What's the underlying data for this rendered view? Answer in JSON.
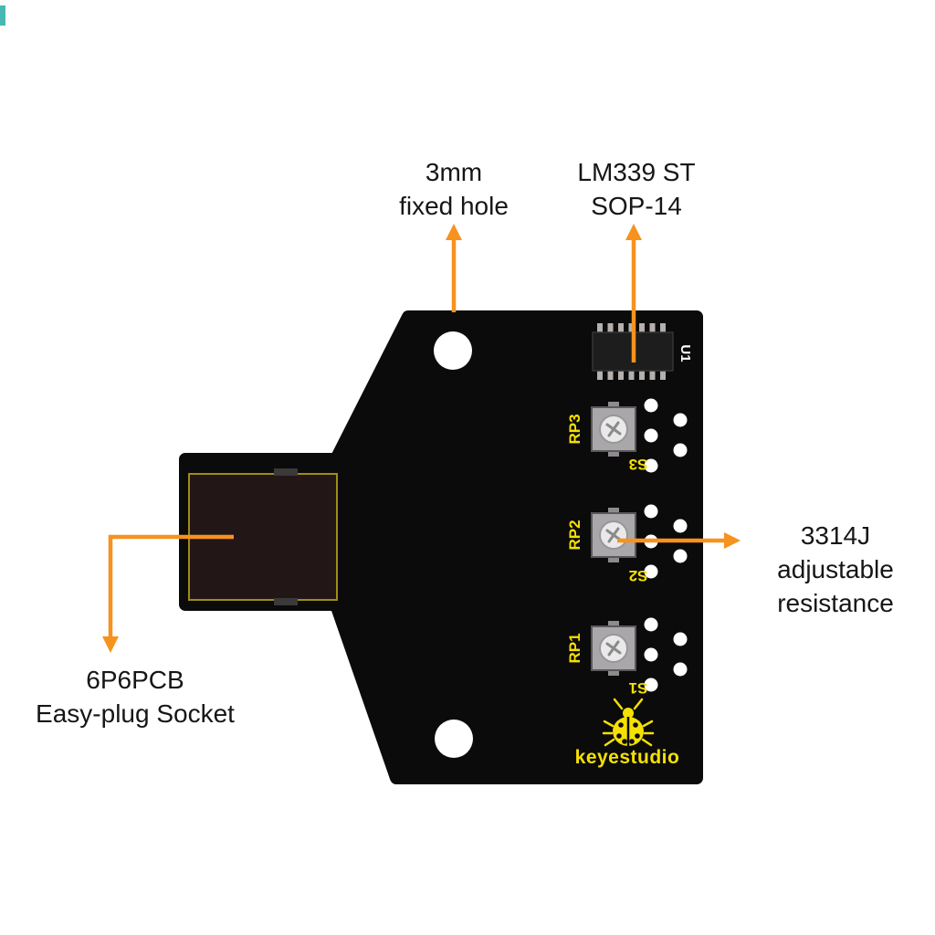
{
  "colors": {
    "accent_orange": "#F6921E",
    "board_black": "#0B0B0B",
    "silk_yellow": "#F5E003",
    "pad_white": "#FFFFFF",
    "socket_brown": "#231617"
  },
  "annotations": {
    "fixed_hole": "3mm\nfixed hole",
    "ic_chip": "LM339 ST\nSOP-14",
    "adjustable_resistance": "3314J\nadjustable\nresistance",
    "socket": "6P6PCB\nEasy-plug Socket"
  },
  "silkscreen": {
    "ic_ref": "U1",
    "pot3_ref": "RP3",
    "pot2_ref": "RP2",
    "pot1_ref": "RP1",
    "switch3_ref": "S3",
    "switch2_ref": "S2",
    "switch1_ref": "S1",
    "brand": "keyestudio"
  }
}
